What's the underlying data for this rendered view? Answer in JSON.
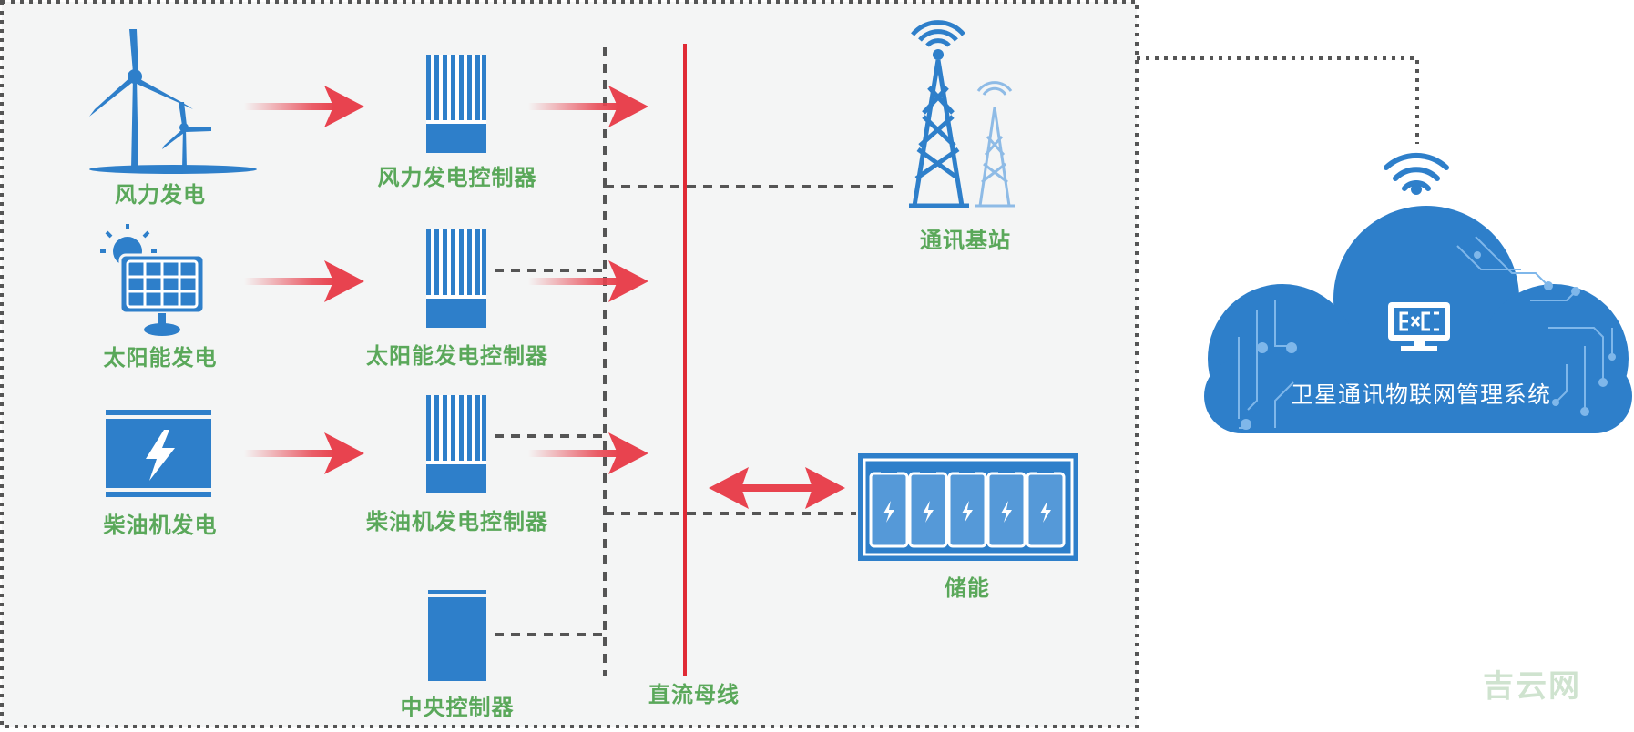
{
  "labels": {
    "wind": "风力发电",
    "wind_controller": "风力发电控制器",
    "solar": "太阳能发电",
    "solar_controller": "太阳能发电控制器",
    "diesel": "柴油机发电",
    "diesel_controller": "柴油机发电控制器",
    "central_controller": "中央控制器",
    "dc_bus": "直流母线",
    "telecom_station": "通讯基站",
    "storage": "储能",
    "cloud_system": "卫星通讯物联网管理系统"
  },
  "watermark": "吉云网",
  "colors": {
    "icon_blue": "#2e7fca",
    "label_green": "#5aa85a",
    "arrow_red": "#e8434f",
    "bus_red": "#e02a35",
    "dotted_gray": "#555555",
    "panel_bg": "#f4f5f5"
  },
  "icons": [
    "wind-turbine-icon",
    "solar-panel-icon",
    "diesel-generator-icon",
    "controller-icon",
    "telecom-tower-icon",
    "battery-storage-icon",
    "cloud-icon",
    "wifi-icon",
    "monitor-icon"
  ]
}
